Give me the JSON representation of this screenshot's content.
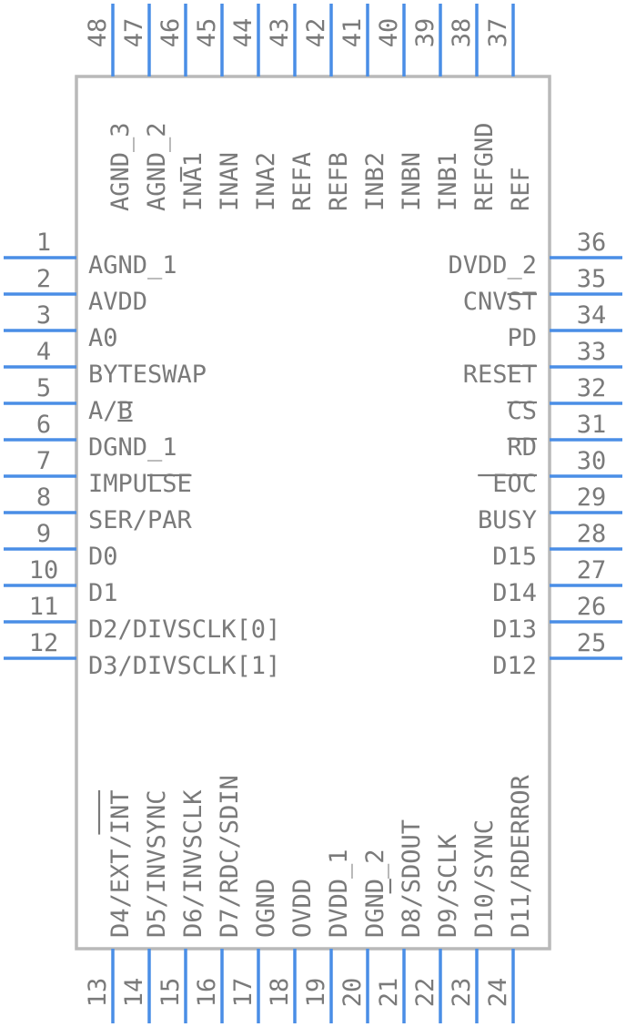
{
  "component": {
    "left_pins": [
      {
        "number": "1",
        "label": "AGND_1"
      },
      {
        "number": "2",
        "label": "AVDD"
      },
      {
        "number": "3",
        "label": "A0"
      },
      {
        "number": "4",
        "label": "BYTESWAP"
      },
      {
        "number": "5",
        "label": "A/B"
      },
      {
        "number": "6",
        "label": "DGND_1"
      },
      {
        "number": "7",
        "label": "IMPULSE"
      },
      {
        "number": "8",
        "label": "SER/PAR"
      },
      {
        "number": "9",
        "label": "D0"
      },
      {
        "number": "10",
        "label": "D1"
      },
      {
        "number": "11",
        "label": "D2/DIVSCLK[0]"
      },
      {
        "number": "12",
        "label": "D3/DIVSCLK[1]"
      }
    ],
    "right_pins": [
      {
        "number": "36",
        "label": "DVDD_2"
      },
      {
        "number": "35",
        "label": "CNVST"
      },
      {
        "number": "34",
        "label": "PD"
      },
      {
        "number": "33",
        "label": "RESET"
      },
      {
        "number": "32",
        "label": "CS"
      },
      {
        "number": "31",
        "label": "RD"
      },
      {
        "number": "30",
        "label": "EOC"
      },
      {
        "number": "29",
        "label": "BUSY"
      },
      {
        "number": "28",
        "label": "D15"
      },
      {
        "number": "27",
        "label": "D14"
      },
      {
        "number": "26",
        "label": "D13"
      },
      {
        "number": "25",
        "label": "D12"
      }
    ],
    "top_pins": [
      {
        "number": "48",
        "label": "AGND_3"
      },
      {
        "number": "47",
        "label": "AGND_2"
      },
      {
        "number": "46",
        "label": "INA1"
      },
      {
        "number": "45",
        "label": "INAN"
      },
      {
        "number": "44",
        "label": "INA2"
      },
      {
        "number": "43",
        "label": "REFA"
      },
      {
        "number": "42",
        "label": "REFB"
      },
      {
        "number": "41",
        "label": "INB2"
      },
      {
        "number": "40",
        "label": "INBN"
      },
      {
        "number": "39",
        "label": "INB1"
      },
      {
        "number": "38",
        "label": "REFGND"
      },
      {
        "number": "37",
        "label": "REF"
      }
    ],
    "bottom_pins": [
      {
        "number": "13",
        "label": "D4/EXT/INT"
      },
      {
        "number": "14",
        "label": "D5/INVSYNC"
      },
      {
        "number": "15",
        "label": "D6/INVSCLK"
      },
      {
        "number": "16",
        "label": "D7/RDC/SDIN"
      },
      {
        "number": "17",
        "label": "OGND"
      },
      {
        "number": "18",
        "label": "OVDD"
      },
      {
        "number": "19",
        "label": "DVDD_1"
      },
      {
        "number": "20",
        "label": "DGND_2"
      },
      {
        "number": "21",
        "label": "D8/SDOUT"
      },
      {
        "number": "22",
        "label": "D9/SCLK"
      },
      {
        "number": "23",
        "label": "D10/SYNC"
      },
      {
        "number": "24",
        "label": "D11/RDERROR"
      }
    ]
  },
  "colors": {
    "pin": "#4a8ee6",
    "outline": "#b9b9b9",
    "text": "#7a7a7a"
  }
}
